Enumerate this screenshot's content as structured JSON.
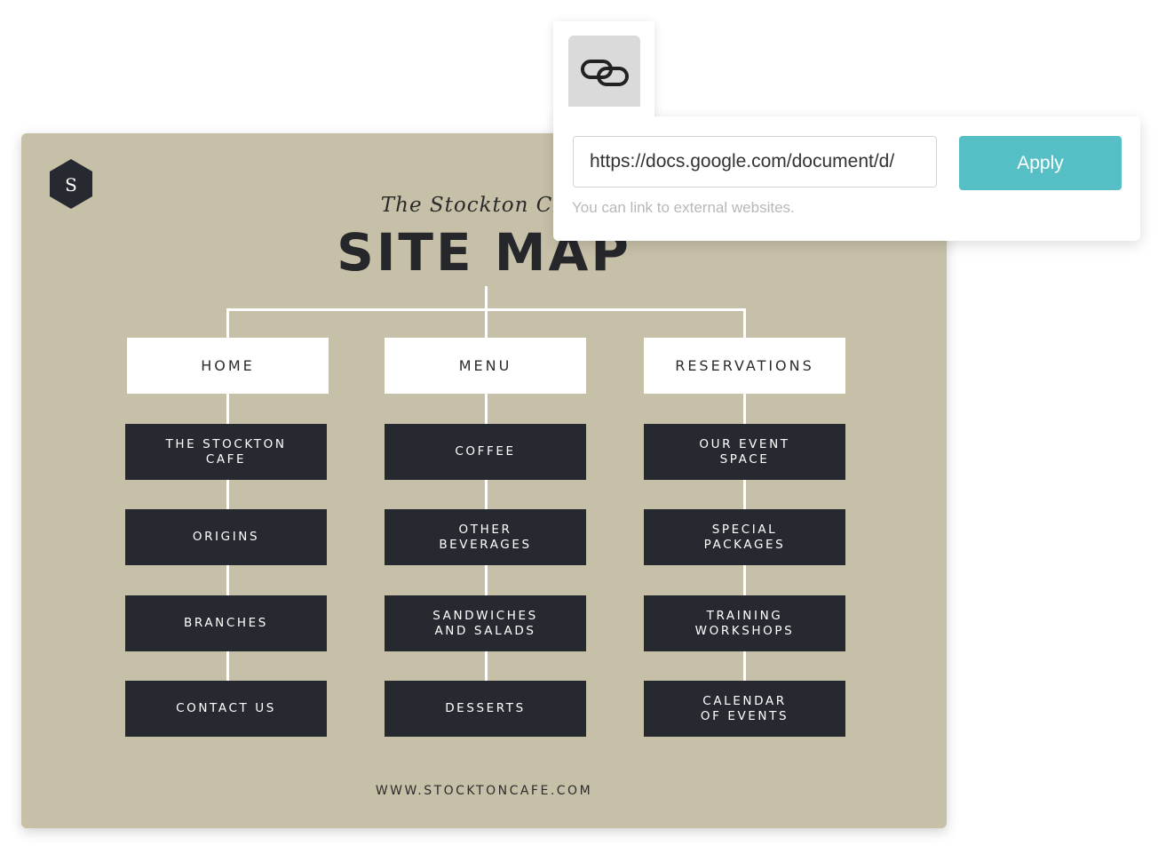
{
  "design": {
    "logo_letter": "S",
    "cafe_name": "The Stockton Cafe",
    "title": "SITE MAP",
    "website": "WWW.STOCKTONCAFE.COM",
    "columns": [
      {
        "category": "HOME",
        "pages": [
          "THE STOCKTON\nCAFE",
          "ORIGINS",
          "BRANCHES",
          "CONTACT US"
        ]
      },
      {
        "category": "MENU",
        "pages": [
          "COFFEE",
          "OTHER\nBEVERAGES",
          "SANDWICHES\nAND SALADS",
          "DESSERTS"
        ]
      },
      {
        "category": "RESERVATIONS",
        "pages": [
          "OUR EVENT\nSPACE",
          "SPECIAL\nPACKAGES",
          "TRAINING\nWORKSHOPS",
          "CALENDAR\nOF EVENTS"
        ]
      }
    ],
    "colors": {
      "background": "#c7c0a8",
      "dark_box": "#272930",
      "light_box": "#ffffff"
    }
  },
  "link_popup": {
    "icon": "link-icon",
    "url_value": "https://docs.google.com/document/d/",
    "apply_label": "Apply",
    "hint": "You can link to external websites.",
    "colors": {
      "apply": "#56bfc6"
    }
  }
}
